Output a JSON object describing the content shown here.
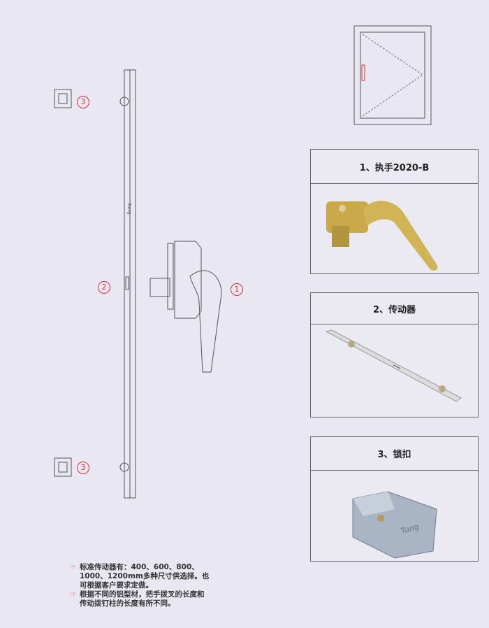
{
  "callouts": {
    "handle": "1",
    "transmission": "2",
    "keeper_top": "3",
    "keeper_bottom": "3"
  },
  "rod_logo": "Tung",
  "products": [
    {
      "title": "1、执手2020-B"
    },
    {
      "title": "2、传动器"
    },
    {
      "title": "3、锁扣"
    }
  ],
  "notes": [
    "标准传动器有：400、600、800、1000、1200mm多种尺寸供选择。也可根据客户要求定做。",
    "根据不同的铝型材，把手拨叉的长度和传动拨钉柱的长度有所不同。"
  ],
  "colors": {
    "accent": "#dd3333",
    "gold": "#c9a94a"
  }
}
